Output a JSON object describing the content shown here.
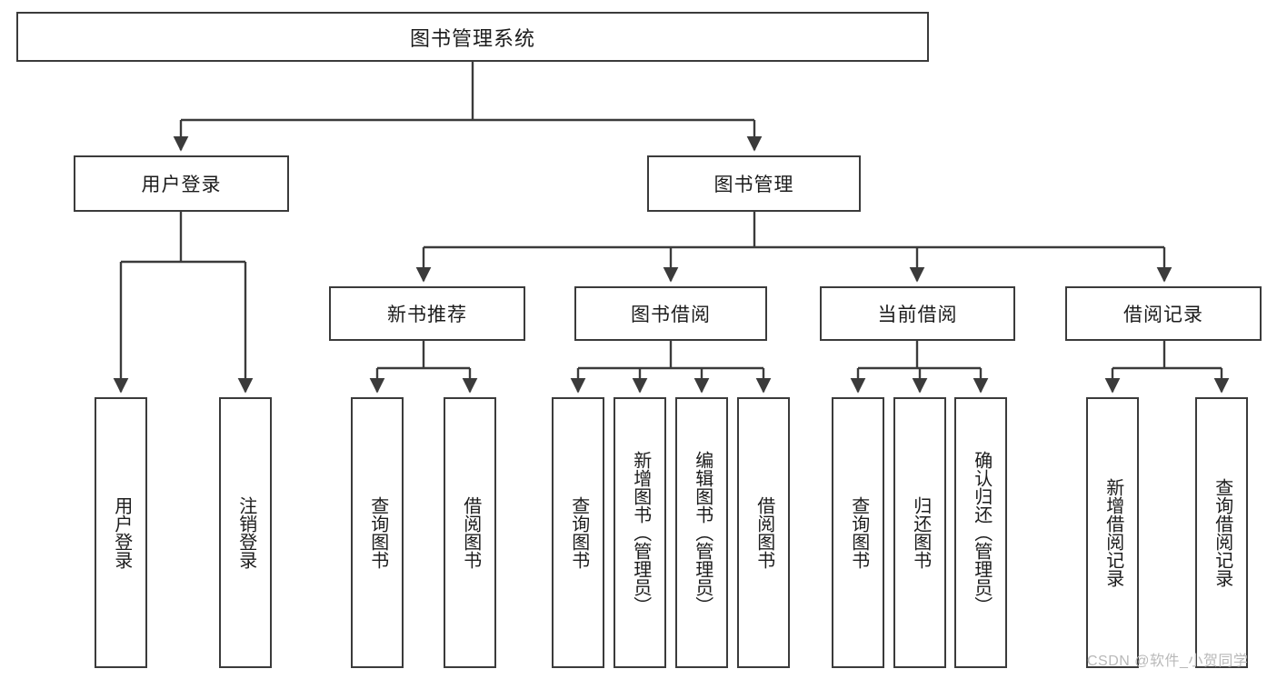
{
  "diagram": {
    "title": "图书管理系统",
    "watermark": "CSDN @软件_小贺同学",
    "root": {
      "label": "图书管理系统"
    },
    "level2": [
      {
        "label": "用户登录"
      },
      {
        "label": "图书管理"
      }
    ],
    "level3": [
      {
        "label": "新书推荐"
      },
      {
        "label": "图书借阅"
      },
      {
        "label": "当前借阅"
      },
      {
        "label": "借阅记录"
      }
    ],
    "leaves": {
      "user_login": [
        {
          "label": "用户登录"
        },
        {
          "label": "注销登录"
        }
      ],
      "new_book_recommend": [
        {
          "label": "查询图书"
        },
        {
          "label": "借阅图书"
        }
      ],
      "book_borrow": [
        {
          "label": "查询图书"
        },
        {
          "label": "新增图书（管理员）"
        },
        {
          "label": "编辑图书（管理员）"
        },
        {
          "label": "借阅图书"
        }
      ],
      "current_borrow": [
        {
          "label": "查询图书"
        },
        {
          "label": "归还图书"
        },
        {
          "label": "确认归还（管理员）"
        }
      ],
      "borrow_record": [
        {
          "label": "新增借阅记录"
        },
        {
          "label": "查询借阅记录"
        }
      ]
    },
    "colors": {
      "border": "#3b3b3b",
      "background": "#ffffff",
      "text": "#1c1c1c",
      "watermark": "#b9b9b9"
    }
  }
}
